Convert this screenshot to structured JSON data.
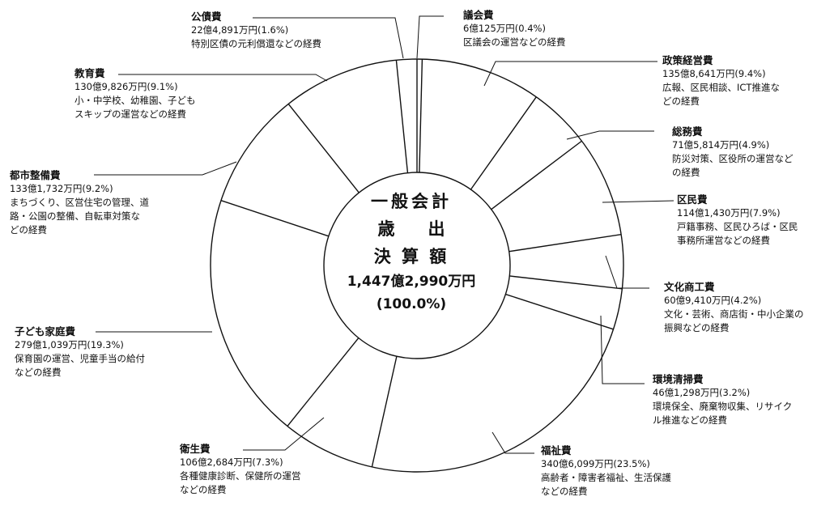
{
  "chart_data": {
    "type": "pie",
    "center_label": {
      "line1": "一般会計",
      "line2a": "歳",
      "line2b": "出",
      "line3": "決 算 額",
      "total": "1,447億2,990万円",
      "percent": "(100.0%)"
    },
    "total_value_oku": 1447.299,
    "slices": [
      {
        "name": "議会費",
        "amount": "6億125万円",
        "percent": 0.4,
        "percent_text": "(0.4%)",
        "desc": [
          "区議会の運営などの経費"
        ]
      },
      {
        "name": "政策経営費",
        "amount": "135億8,641万円",
        "percent": 9.4,
        "percent_text": "(9.4%)",
        "desc": [
          "広報、区民相談、ICT推進な",
          "どの経費"
        ]
      },
      {
        "name": "総務費",
        "amount": "71億5,814万円",
        "percent": 4.9,
        "percent_text": "(4.9%)",
        "desc": [
          "防災対策、区役所の運営など",
          "の経費"
        ]
      },
      {
        "name": "区民費",
        "amount": "114億1,430万円",
        "percent": 7.9,
        "percent_text": "(7.9%)",
        "desc": [
          "戸籍事務、区民ひろば・区民",
          "事務所運営などの経費"
        ]
      },
      {
        "name": "文化商工費",
        "amount": "60億9,410万円",
        "percent": 4.2,
        "percent_text": "(4.2%)",
        "desc": [
          "文化・芸術、商店街・中小企業の",
          "振興などの経費"
        ]
      },
      {
        "name": "環境清掃費",
        "amount": "46億1,298万円",
        "percent": 3.2,
        "percent_text": "(3.2%)",
        "desc": [
          "環境保全、廃棄物収集、リサイク",
          "ル推進などの経費"
        ]
      },
      {
        "name": "福祉費",
        "amount": "340億6,099万円",
        "percent": 23.5,
        "percent_text": "(23.5%)",
        "desc": [
          "高齢者・障害者福祉、生活保護",
          "などの経費"
        ]
      },
      {
        "name": "衛生費",
        "amount": "106億2,684万円",
        "percent": 7.3,
        "percent_text": "(7.3%)",
        "desc": [
          "各種健康診断、保健所の運営",
          "などの経費"
        ]
      },
      {
        "name": "子ども家庭費",
        "amount": "279億1,039万円",
        "percent": 19.3,
        "percent_text": "(19.3%)",
        "desc": [
          "保育園の運営、児童手当の給付",
          "などの経費"
        ]
      },
      {
        "name": "都市整備費",
        "amount": "133億1,732万円",
        "percent": 9.2,
        "percent_text": "(9.2%)",
        "desc": [
          "まちづくり、区営住宅の管理、道",
          "路・公園の整備、自転車対策な",
          "どの経費"
        ]
      },
      {
        "name": "教育費",
        "amount": "130億9,826万円",
        "percent": 9.1,
        "percent_text": "(9.1%)",
        "desc": [
          "小・中学校、幼稚園、子ども",
          "スキップの運営などの経費"
        ]
      },
      {
        "name": "公債費",
        "amount": "22億4,891万円",
        "percent": 1.6,
        "percent_text": "(1.6%)",
        "desc": [
          "特別区債の元利償還などの経費"
        ]
      }
    ]
  }
}
